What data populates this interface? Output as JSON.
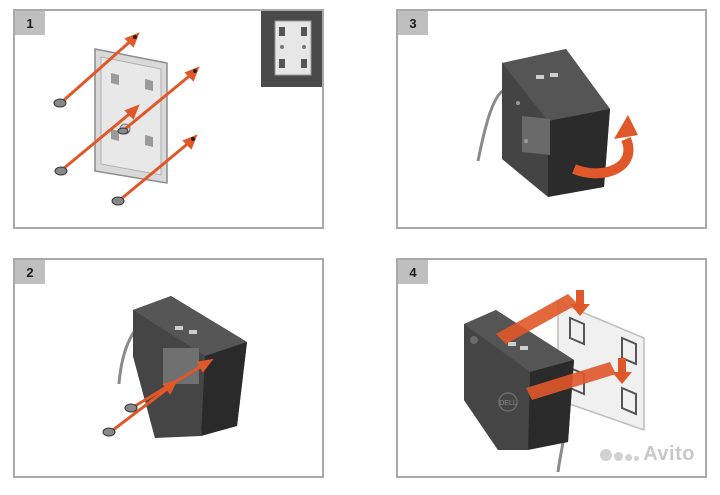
{
  "steps": [
    {
      "number": "1"
    },
    {
      "number": "2"
    },
    {
      "number": "3"
    },
    {
      "number": "4"
    }
  ],
  "device_logo_text": "DELL",
  "watermark_text": "Avito",
  "colors": {
    "panel_border": "#a9a9a9",
    "step_badge": "#bfbfbf",
    "arrow": "#e0582a",
    "device_body": "#3a3a3a",
    "device_top": "#555555",
    "bracket": "#d9d9d9",
    "inset_bg": "#4a4a4a"
  },
  "icons": [
    "screw-icon",
    "arrow-icon",
    "rotate-arrow-icon",
    "vesa-bracket-icon",
    "dock-device-icon"
  ]
}
